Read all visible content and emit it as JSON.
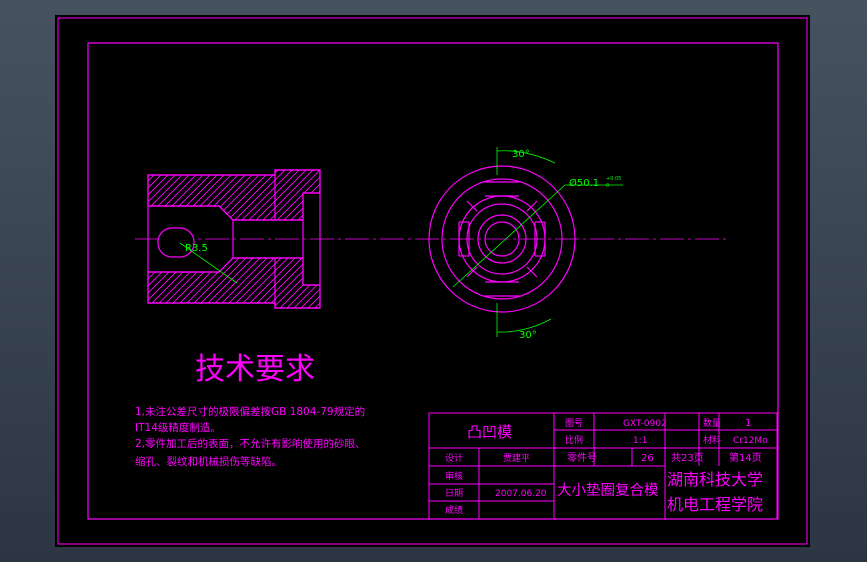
{
  "colors": {
    "drawing": "#ff00ff",
    "dimension": "#00ff00",
    "center_line": "#ff00ff",
    "paper": "#000000"
  },
  "dimensions": {
    "radius": "R3.5",
    "angle_top": "30°",
    "angle_bottom": "30°",
    "diameter": "Ø50.1",
    "diameter_tol": "+0.05",
    "diameter_tol_low": "0"
  },
  "requirements": {
    "title": "技术要求",
    "line1": "1,未注公差尺寸的极限偏差按GB 1804-79规定的",
    "line2": "IT14级精度制造。",
    "line3": "2,零件加工后的表面，不允许有影响使用的砂眼、",
    "line4": "缩孔、裂纹和机械损伤等缺陷。"
  },
  "title_block": {
    "part_name": "凸凹模",
    "drawing_no_label": "图号",
    "drawing_no": "GXT-0902",
    "quantity_label": "数量",
    "quantity": "1",
    "scale_label": "比例",
    "scale": "1:1",
    "material_label": "材料",
    "material": "Cr12Mo",
    "design_label": "设计",
    "designer": "贾建平",
    "part_no_label": "零件号",
    "part_no": "26",
    "total_pages": "共23页",
    "page": "第14页",
    "review_label": "审核",
    "date_label": "日期",
    "date": "2007.06.20",
    "assembly_name": "大小垫圈复合模",
    "school_line1": "湖南科技大学",
    "school_line2": "机电工程学院",
    "grade_label": "成绩"
  }
}
